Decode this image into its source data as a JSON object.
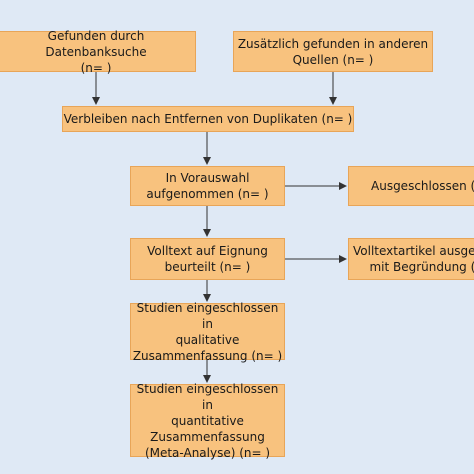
{
  "flowchart": {
    "boxes": {
      "db_search": "Gefunden durch Datenbanksuche\n(n=    )",
      "other_sources": "Zusätzlich gefunden in anderen\nQuellen (n=    )",
      "after_duplicates": "Verbleiben nach Entfernen von Duplikaten (n=    )",
      "preselection": "In Vorauswahl\naufgenommen (n=    )",
      "excluded": "Ausgeschlossen (n",
      "fulltext": "Volltext auf Eignung\nbeurteilt (n=    )",
      "fulltext_excluded": "Volltextartikel ausgeschl\nmit Begründung (n",
      "qualitative": "Studien eingeschlossen in\nqualitative\nZusammenfassung (n=    )",
      "quantitative": "Studien eingeschlossen in\nquantitative\nZusammenfassung\n(Meta-Analyse) (n=    )"
    },
    "colors": {
      "background": "#dfe9f5",
      "box_fill": "#f8c27e",
      "box_border": "#e8a558",
      "arrow": "#333333"
    }
  }
}
